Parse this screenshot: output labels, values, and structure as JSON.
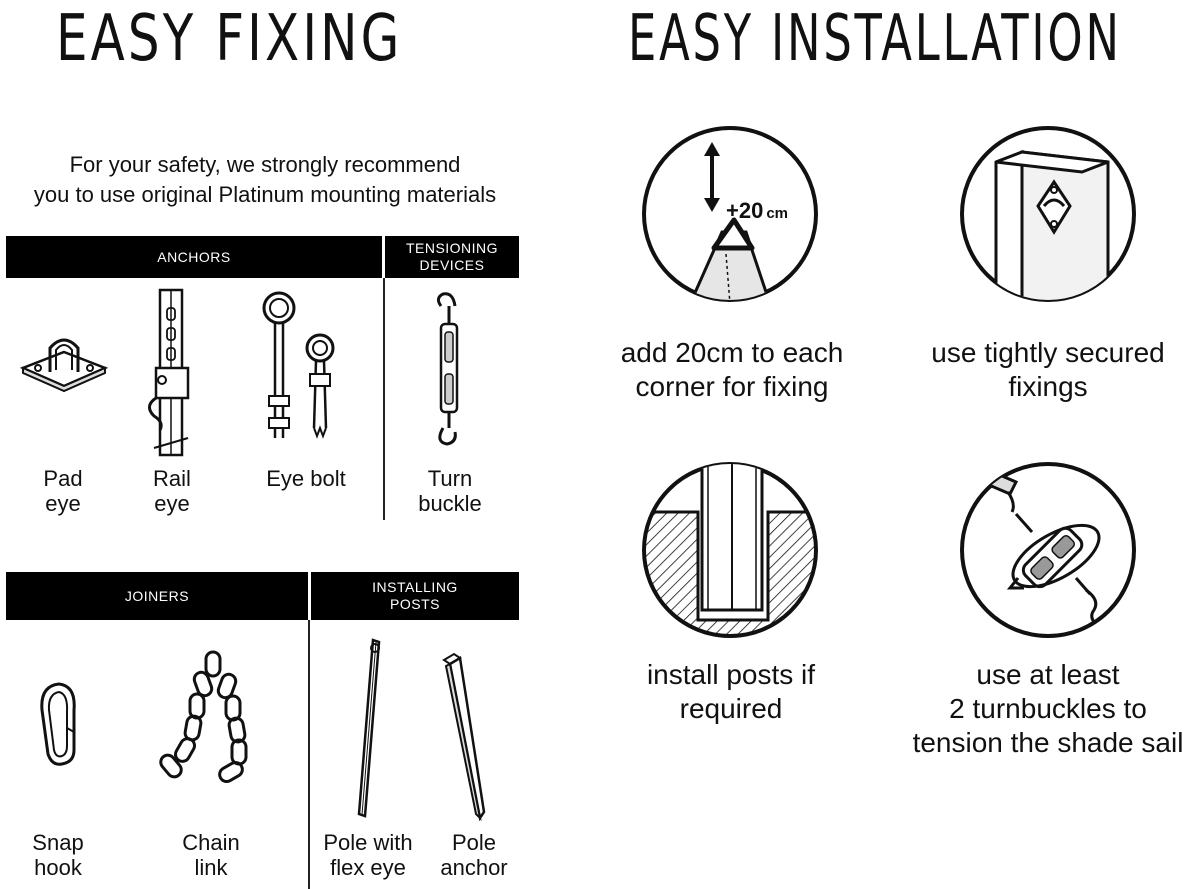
{
  "left": {
    "title": "EASY FIXING",
    "note_line1": "For your safety, we strongly recommend",
    "note_line2": "you to use original Platinum mounting materials",
    "sections": {
      "anchors": "ANCHORS",
      "tensioning_1": "TENSIONING",
      "tensioning_2": "DEVICES",
      "joiners": "JOINERS",
      "installing_1": "INSTALLING",
      "installing_2": "POSTS"
    },
    "items": {
      "pad_eye_1": "Pad",
      "pad_eye_2": "eye",
      "rail_eye_1": "Rail",
      "rail_eye_2": "eye",
      "eye_bolt": "Eye bolt",
      "turn_buckle_1": "Turn",
      "turn_buckle_2": "buckle",
      "snap_hook_1": "Snap",
      "snap_hook_2": "hook",
      "chain_link_1": "Chain",
      "chain_link_2": "link",
      "pole_flex_1": "Pole with",
      "pole_flex_2": "flex eye",
      "pole_anchor_1": "Pole",
      "pole_anchor_2": "anchor"
    }
  },
  "right": {
    "title": "EASY INSTALLATION",
    "height_label": "+20",
    "height_unit": "cm",
    "steps": {
      "corner_1": "add 20cm to each",
      "corner_2": "corner for fixing",
      "fixings_1": "use tightly secured",
      "fixings_2": "fixings",
      "posts_1": "install posts if",
      "posts_2": "required",
      "turnbuckles_1": "use at least",
      "turnbuckles_2": "2 turnbuckles to",
      "turnbuckles_3": "tension the shade sail"
    }
  }
}
